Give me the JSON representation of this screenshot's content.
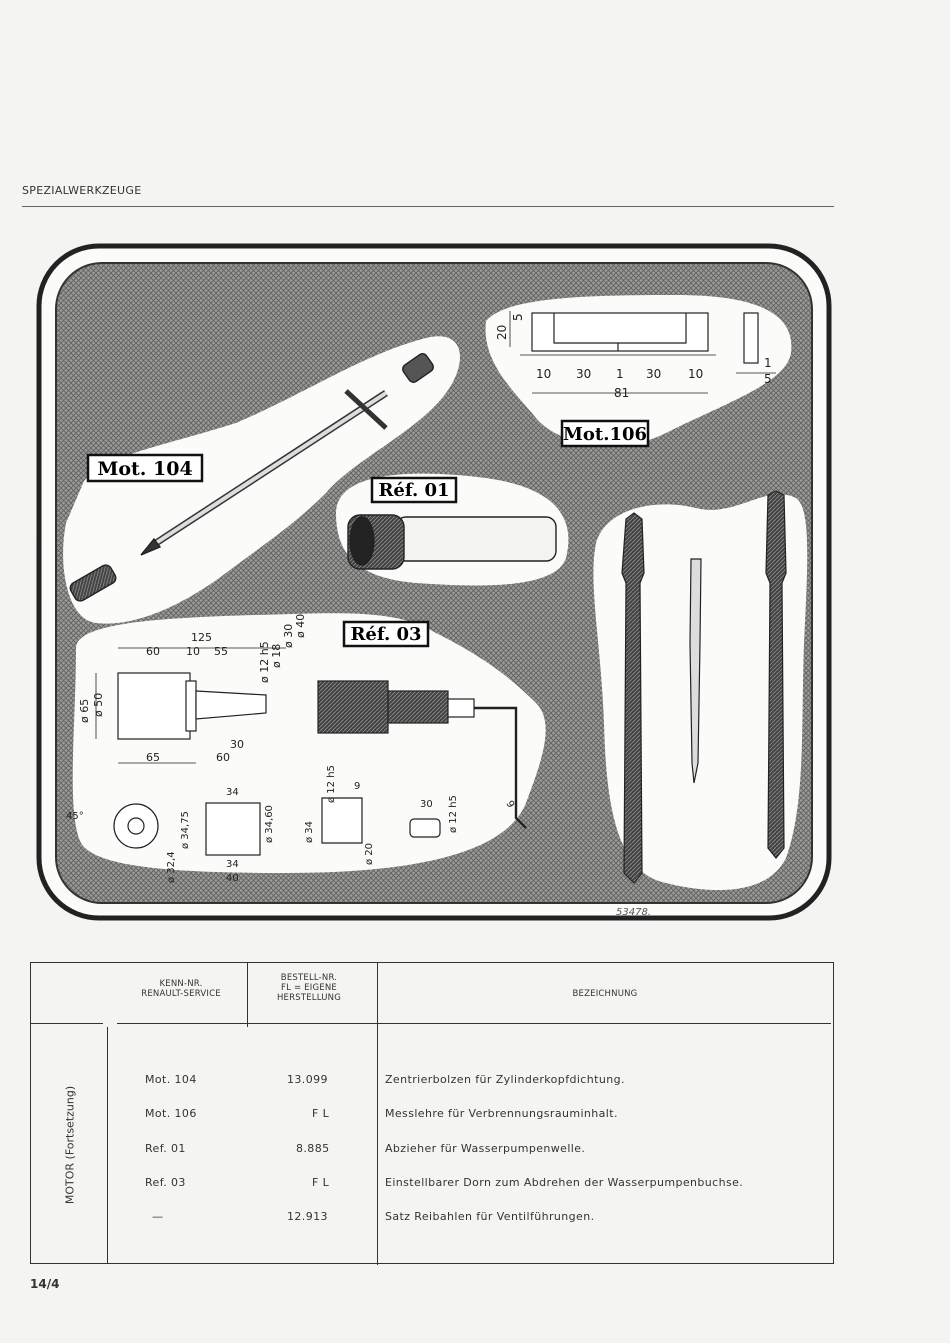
{
  "header": {
    "title": "SPEZIALWERKZEUGE"
  },
  "figure": {
    "tags": {
      "mot104": "Mot. 104",
      "mot106": "Mot.106",
      "ref01": "Réf. 01",
      "ref03": "Réf. 03"
    },
    "dims_mot106": [
      "20",
      "5",
      "10",
      "30",
      "1",
      "30",
      "10",
      "81",
      "1",
      "5"
    ],
    "dims_ref03_top": [
      "125",
      "60",
      "10",
      "55"
    ],
    "dims_ref03_vert": [
      "ø 12 h5",
      "ø 18",
      "ø 30",
      "ø 40"
    ],
    "dims_ref03_left": [
      "ø 65",
      "ø 50"
    ],
    "dims_ref03_bottom": [
      "30",
      "65",
      "60"
    ],
    "dims_small": [
      "34",
      "45°",
      "ø 34,75",
      "ø 34,60",
      "34",
      "40",
      "ø 32,4",
      "ø 12 h5",
      "9",
      "ø 34",
      "ø 20",
      "30",
      "ø 12 h5",
      "9"
    ],
    "figure_number": "53478."
  },
  "table": {
    "headers": {
      "kenn": "KENN-NR.\nRENAULT-SERVICE",
      "bestell": "BESTELL-NR.\nFL  =  EIGENE\nHERSTELLUNG",
      "bezeichnung": "BEZEICHNUNG"
    },
    "section_label": "MOTOR (Fortsetzung)",
    "rows": [
      {
        "kenn": "Mot. 104",
        "bestell": "13.099",
        "bezeichnung": "Zentrierbolzen für Zylinderkopfdichtung."
      },
      {
        "kenn": "Mot. 106",
        "bestell": "F L",
        "bezeichnung": "Messlehre für Verbrennungsrauminhalt."
      },
      {
        "kenn": "Ref. 01",
        "bestell": "8.885",
        "bezeichnung": "Abzieher für Wasserpumpenwelle."
      },
      {
        "kenn": "Ref. 03",
        "bestell": "F L",
        "bezeichnung": "Einstellbarer Dorn zum Abdrehen der Wasserpumpenbuchse."
      },
      {
        "kenn": "—",
        "bestell": "12.913",
        "bezeichnung": "Satz Reibahlen für Ventilführungen."
      }
    ]
  },
  "page_number": "14/4"
}
